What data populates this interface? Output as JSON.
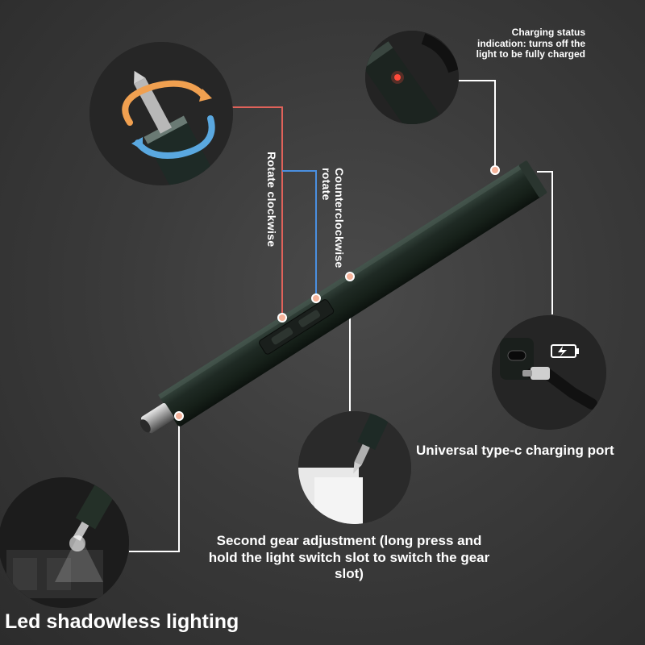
{
  "labels": {
    "charging_status": "Charging status\nindication: turns off the\nlight to be fully charged",
    "rotate_clockwise": "Rotate clockwise",
    "counterclockwise": "Counterclockwise\nrotate",
    "type_c": "Universal type-c charging port",
    "second_gear": "Second gear adjustment (long press and\nhold the light switch slot to switch the gear\nslot)",
    "led": "Led shadowless lighting"
  },
  "colors": {
    "clockwise_line": "#e0625a",
    "counterclockwise_line": "#4a8fe0",
    "callout_line": "#ffffff",
    "marker_dot": "#f5b39a",
    "pen_body": "#1f2a24"
  },
  "icons": {
    "rotation_detail": "screwdriver-rotation-icon",
    "led_indicator": "red-led-icon",
    "battery": "battery-charging-icon",
    "usb_cable": "usb-c-cable-icon"
  }
}
